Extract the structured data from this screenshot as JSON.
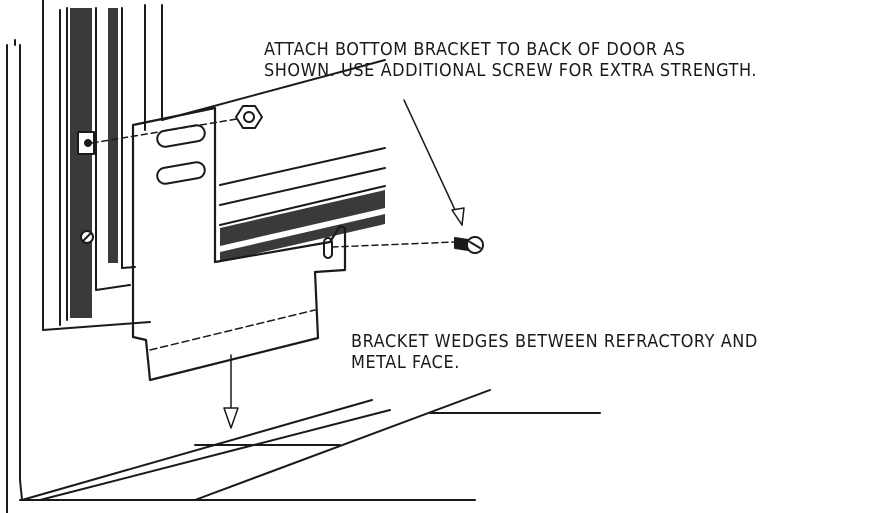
{
  "callouts": {
    "top": {
      "line1": "ATTACH BOTTOM BRACKET TO BACK OF DOOR AS",
      "line2": "SHOWN. USE ADDITIONAL SCREW FOR EXTRA STRENGTH."
    },
    "bottom": {
      "line1": "BRACKET WEDGES BETWEEN REFRACTORY AND",
      "line2": "METAL FACE."
    }
  },
  "colors": {
    "ink": "#1a1a1a",
    "dark_fill": "#3a3a3a",
    "background": "#ffffff"
  }
}
